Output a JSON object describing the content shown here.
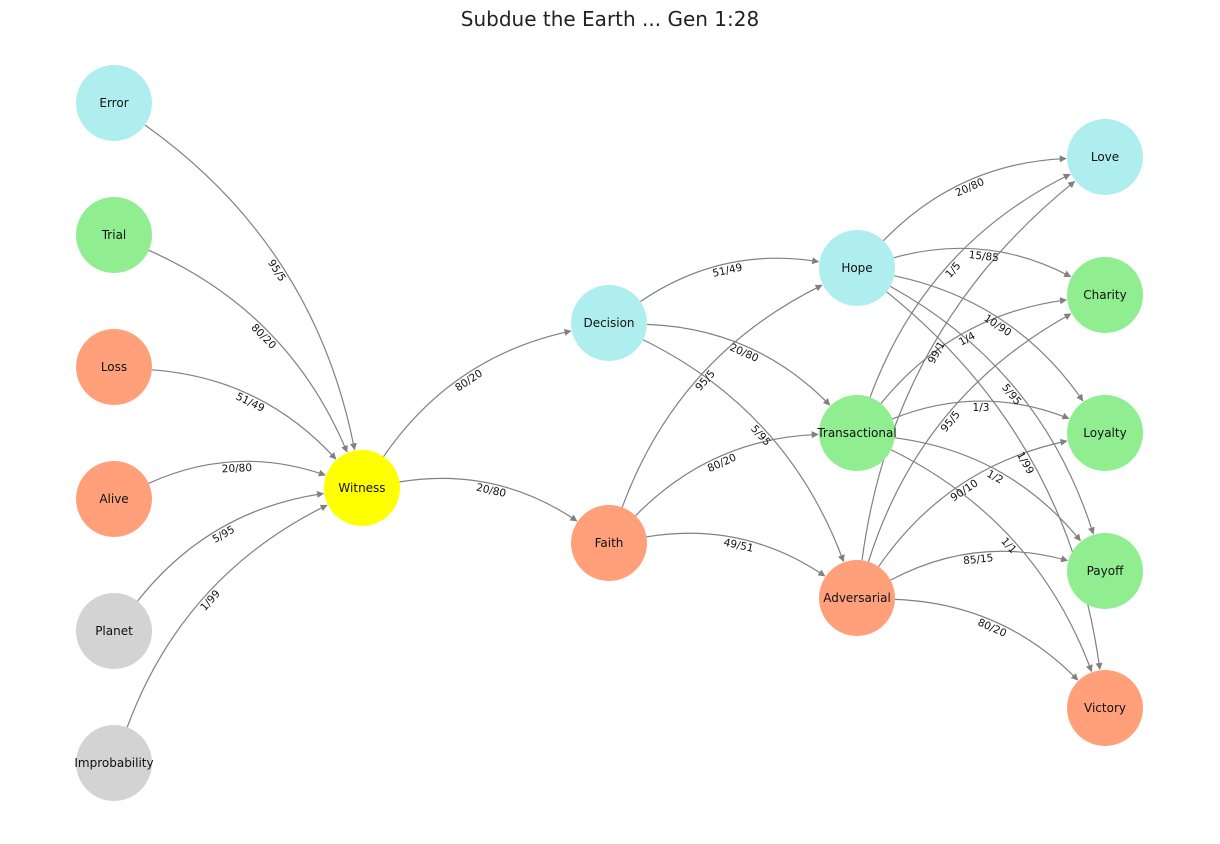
{
  "title": "Subdue the Earth ... Gen 1:28",
  "colors": {
    "cyan": "#afeeee",
    "green": "#90ee90",
    "salmon": "#ffa07a",
    "gray": "#d3d3d3",
    "yellow": "#ffff00",
    "edge": "#808080"
  },
  "nodes": [
    {
      "id": "error",
      "label": "Error",
      "color": "cyan"
    },
    {
      "id": "trial",
      "label": "Trial",
      "color": "green"
    },
    {
      "id": "loss",
      "label": "Loss",
      "color": "salmon"
    },
    {
      "id": "alive",
      "label": "Alive",
      "color": "salmon"
    },
    {
      "id": "planet",
      "label": "Planet",
      "color": "gray"
    },
    {
      "id": "improbability",
      "label": "Improbability",
      "color": "gray"
    },
    {
      "id": "witness",
      "label": "Witness",
      "color": "yellow"
    },
    {
      "id": "decision",
      "label": "Decision",
      "color": "cyan"
    },
    {
      "id": "faith",
      "label": "Faith",
      "color": "salmon"
    },
    {
      "id": "hope",
      "label": "Hope",
      "color": "cyan"
    },
    {
      "id": "transactional",
      "label": "Transactional",
      "color": "green"
    },
    {
      "id": "adversarial",
      "label": "Adversarial",
      "color": "salmon"
    },
    {
      "id": "love",
      "label": "Love",
      "color": "cyan"
    },
    {
      "id": "charity",
      "label": "Charity",
      "color": "green"
    },
    {
      "id": "loyalty",
      "label": "Loyalty",
      "color": "green"
    },
    {
      "id": "payoff",
      "label": "Payoff",
      "color": "green"
    },
    {
      "id": "victory",
      "label": "Victory",
      "color": "salmon"
    }
  ],
  "edges": [
    {
      "from": "error",
      "to": "witness",
      "label": "95/5"
    },
    {
      "from": "trial",
      "to": "witness",
      "label": "80/20"
    },
    {
      "from": "loss",
      "to": "witness",
      "label": "51/49"
    },
    {
      "from": "alive",
      "to": "witness",
      "label": "20/80"
    },
    {
      "from": "planet",
      "to": "witness",
      "label": "5/95"
    },
    {
      "from": "improbability",
      "to": "witness",
      "label": "1/99"
    },
    {
      "from": "witness",
      "to": "decision",
      "label": "80/20"
    },
    {
      "from": "witness",
      "to": "faith",
      "label": "20/80"
    },
    {
      "from": "decision",
      "to": "hope",
      "label": "51/49"
    },
    {
      "from": "decision",
      "to": "transactional",
      "label": "20/80"
    },
    {
      "from": "decision",
      "to": "adversarial",
      "label": "5/95"
    },
    {
      "from": "faith",
      "to": "hope",
      "label": "95/5"
    },
    {
      "from": "faith",
      "to": "transactional",
      "label": "80/20"
    },
    {
      "from": "faith",
      "to": "adversarial",
      "label": "49/51"
    },
    {
      "from": "hope",
      "to": "love",
      "label": "20/80"
    },
    {
      "from": "hope",
      "to": "charity",
      "label": "15/85"
    },
    {
      "from": "hope",
      "to": "loyalty",
      "label": "10/90"
    },
    {
      "from": "hope",
      "to": "payoff",
      "label": "5/95"
    },
    {
      "from": "hope",
      "to": "victory",
      "label": "1/99"
    },
    {
      "from": "transactional",
      "to": "love",
      "label": "1/5"
    },
    {
      "from": "transactional",
      "to": "charity",
      "label": "1/4"
    },
    {
      "from": "transactional",
      "to": "loyalty",
      "label": "1/3"
    },
    {
      "from": "transactional",
      "to": "payoff",
      "label": "1/2"
    },
    {
      "from": "transactional",
      "to": "victory",
      "label": "1/1"
    },
    {
      "from": "adversarial",
      "to": "love",
      "label": "99/1"
    },
    {
      "from": "adversarial",
      "to": "charity",
      "label": "95/5"
    },
    {
      "from": "adversarial",
      "to": "loyalty",
      "label": "90/10"
    },
    {
      "from": "adversarial",
      "to": "payoff",
      "label": "85/15"
    },
    {
      "from": "adversarial",
      "to": "victory",
      "label": "80/20"
    }
  ]
}
